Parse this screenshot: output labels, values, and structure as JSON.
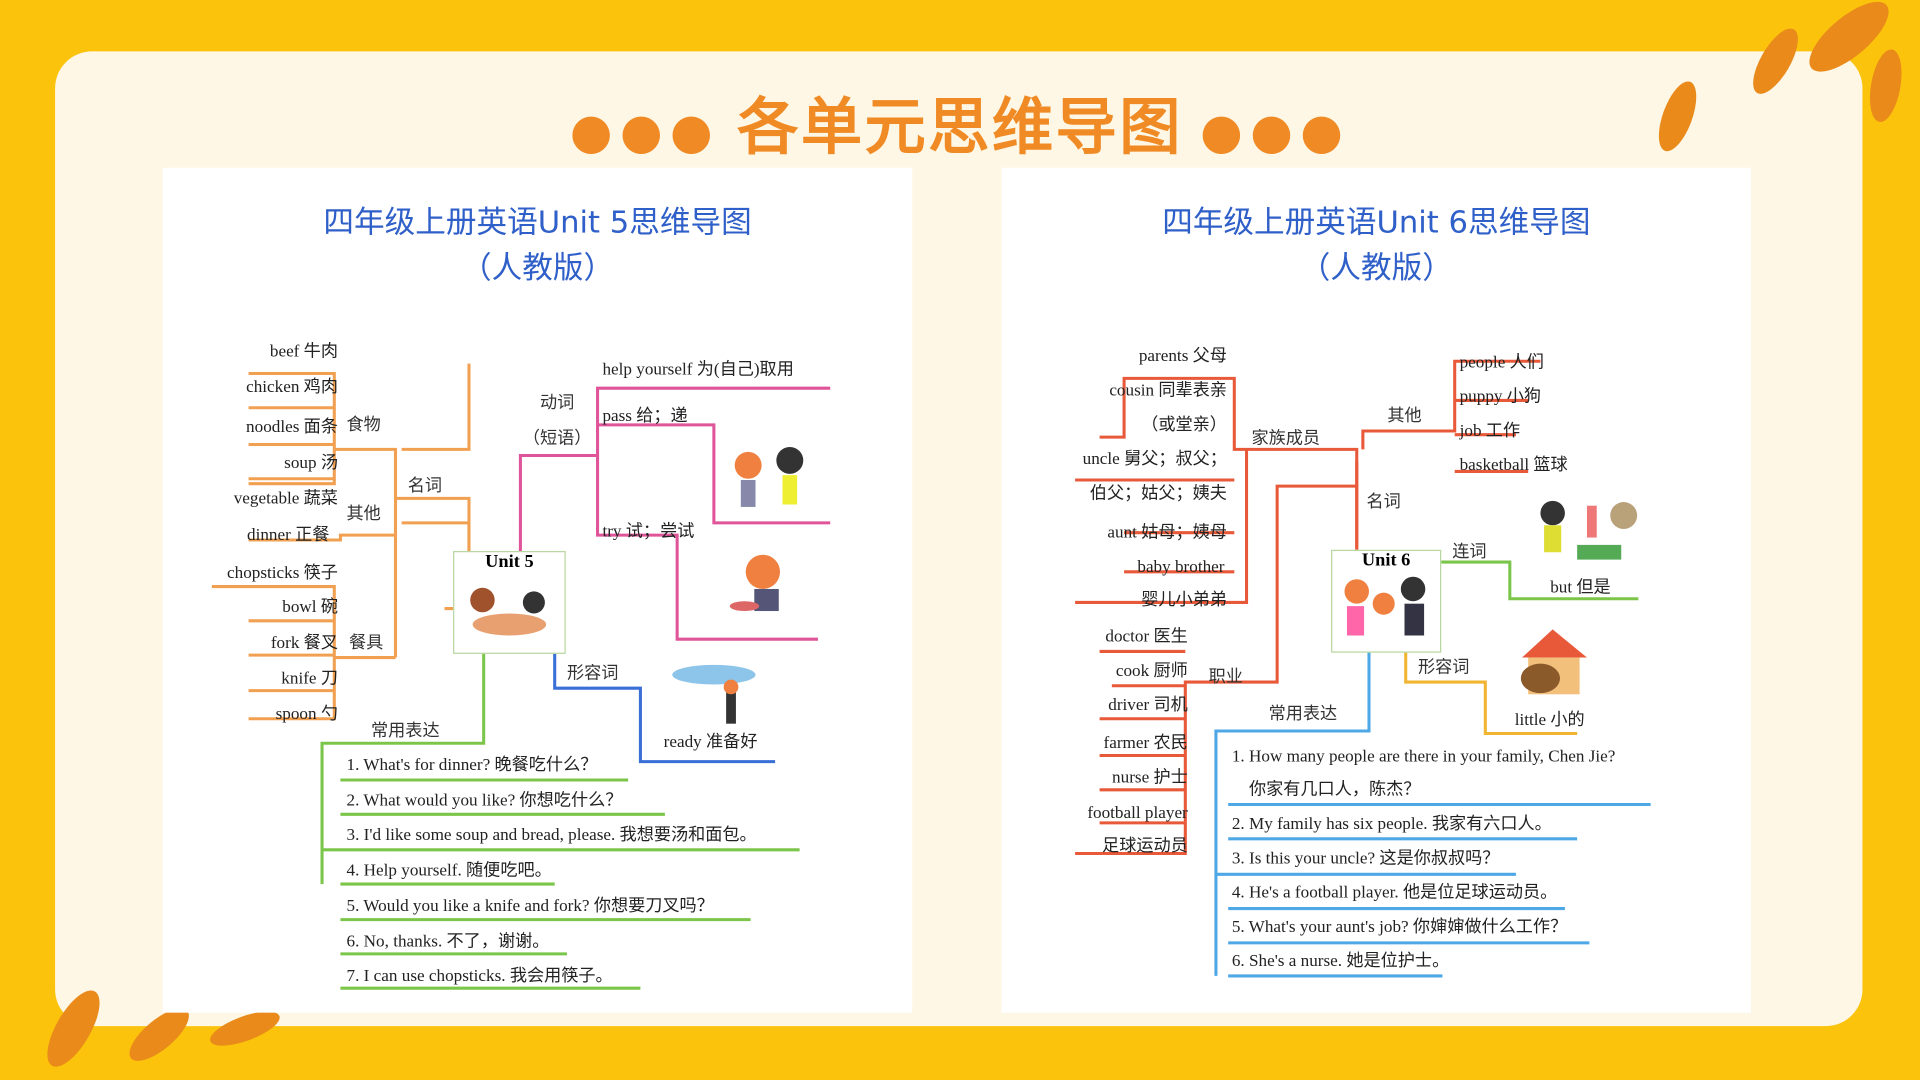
{
  "slide_title": "各单元思维导图",
  "title_dots": "●●●",
  "accent_color": "#F08A24",
  "unit5": {
    "title_line1": "四年级上册英语Unit 5思维导图",
    "title_line2": "（人教版）",
    "center": "Unit 5",
    "branches": {
      "noun": "名词",
      "food": "食物",
      "other": "其他",
      "tableware": "餐具",
      "verb": "动词",
      "verb_sub": "（短语）",
      "adjective": "形容词",
      "expressions": "常用表达"
    },
    "food": [
      "beef 牛肉",
      "chicken 鸡肉",
      "noodles 面条",
      "soup 汤",
      "vegetable 蔬菜"
    ],
    "other": [
      "dinner 正餐"
    ],
    "tableware": [
      "chopsticks 筷子",
      "bowl 碗",
      "fork 餐叉",
      "knife 刀",
      "spoon 勺"
    ],
    "verbs": [
      "help yourself 为(自己)取用",
      "pass 给；递",
      "try 试；尝试"
    ],
    "adjectives": [
      "ready 准备好"
    ],
    "sentences": [
      "1. What's for dinner? 晚餐吃什么？",
      "2. What would you like? 你想吃什么？",
      "3. I'd like some soup and bread, please. 我想要汤和面包。",
      "4. Help yourself. 随便吃吧。",
      "5. Would you like a knife and fork? 你想要刀叉吗？",
      "6. No, thanks. 不了，谢谢。",
      "7. I can use chopsticks. 我会用筷子。"
    ]
  },
  "unit6": {
    "title_line1": "四年级上册英语Unit 6思维导图",
    "title_line2": "（人教版）",
    "center": "Unit 6",
    "branches": {
      "noun": "名词",
      "family": "家族成员",
      "job": "职业",
      "other": "其他",
      "conjunction": "连词",
      "adjective": "形容词",
      "expressions": "常用表达"
    },
    "family": [
      "parents 父母",
      "cousin 同辈表亲",
      "（或堂亲）",
      "uncle 舅父；叔父；",
      "伯父；姑父；姨夫",
      "aunt 姑母；姨母",
      "baby brother",
      "婴儿小弟弟"
    ],
    "jobs": [
      "doctor 医生",
      "cook 厨师",
      "driver 司机",
      "farmer 农民",
      "nurse 护士",
      "football player",
      "足球运动员"
    ],
    "other": [
      "people 人们",
      "puppy 小狗",
      "job 工作",
      "basketball 篮球"
    ],
    "conjunctions": [
      "but 但是"
    ],
    "adjectives": [
      "little 小的"
    ],
    "sentences": [
      "1. How many people are there in your family, Chen Jie?",
      "你家有几口人，陈杰？",
      "2. My family has six people. 我家有六口人。",
      "3. Is this your uncle? 这是你叔叔吗？",
      "4. He's a football player. 他是位足球运动员。",
      "5. What's your aunt's job? 你婶婶做什么工作？",
      "6. She's a nurse. 她是位护士。"
    ]
  }
}
